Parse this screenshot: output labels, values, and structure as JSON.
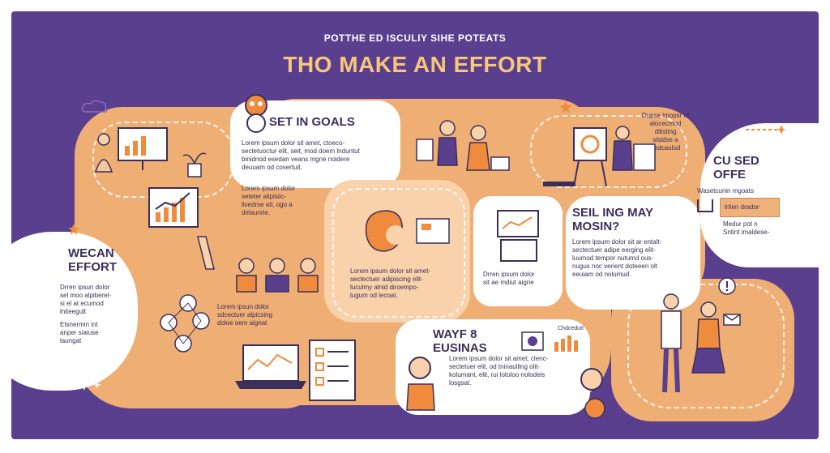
{
  "header": {
    "kicker": "POTTHE ED ISCULIY SIHE POTEATS",
    "title": "THO MAKE AN EFFORT"
  },
  "colors": {
    "background": "#5b3f8f",
    "blob": "#efae74",
    "card": "#ffffff",
    "heading": "#3a2f5a",
    "accent_orange": "#f08a3c",
    "title_yellow": "#f6c77a"
  },
  "sections": {
    "set_goals": {
      "heading": "SET IN GOALS",
      "body1": "Lorem ipsum dolor sit amet, ctoeco-\nsectetuoctur elit, seit, mod doem lnduntut\nbinidnod esedan veans mgne noidere\ndeuuam od cosertuit.",
      "body2": "Lorem ipsum dolor\nseteter alipisiic-\nlivedrse atl, ogo a\ndelaunrie."
    },
    "we_can_effort": {
      "heading": "WECAN\nEFFORT",
      "body1": "Drren ipsun dolor\nsel moo alpiberel-\nsi el at ecumod\nlniteegult",
      "body2": "Etsnermin int\nanper siaiuse\nlaungat"
    },
    "center_text": "Lorem ipsum dolor sit amet-\nsectectuer adipiscing elit-\nluculmy alnid diroempo-\nlugum od lecoat.",
    "people_text": "Lorem ipsun dolor\nsdcectuer alpicsing\ndoloe oem aignat",
    "monitor_text": "Drren ipsum dolor\nsit ae mdiut aigne",
    "presentation_text": "Dupse lmopsr of\nalocecmod\ndilisting\nslsidse a\nsedcaulud",
    "selling": {
      "heading": "SEIL ING MAY\nMOSIN?",
      "body": "Lorem ipsum dolor sit ar entalt-\nsectectuer adipe eerging elit-\nluumod tempor nutumd ous-\nnugus noc verient doteeen olt\neeuiam od nolumud."
    },
    "cu_sed": {
      "heading": "CU SED\nOFFE",
      "body": "Wasetcunin mgoats",
      "badge": "lrtien drador",
      "body2": "Medur pot n\nSntint imaldese-"
    },
    "ways": {
      "heading": "WAYF 8\nEUSINAS",
      "body": "Lorem ipsum dolor sit amet, clenc-\nsectetuer elit, od tninaulling olit-\nkolumant, elit, rui lotoloo nolodeis\nlosgsat."
    },
    "chart_label": "Chdcedutt"
  }
}
